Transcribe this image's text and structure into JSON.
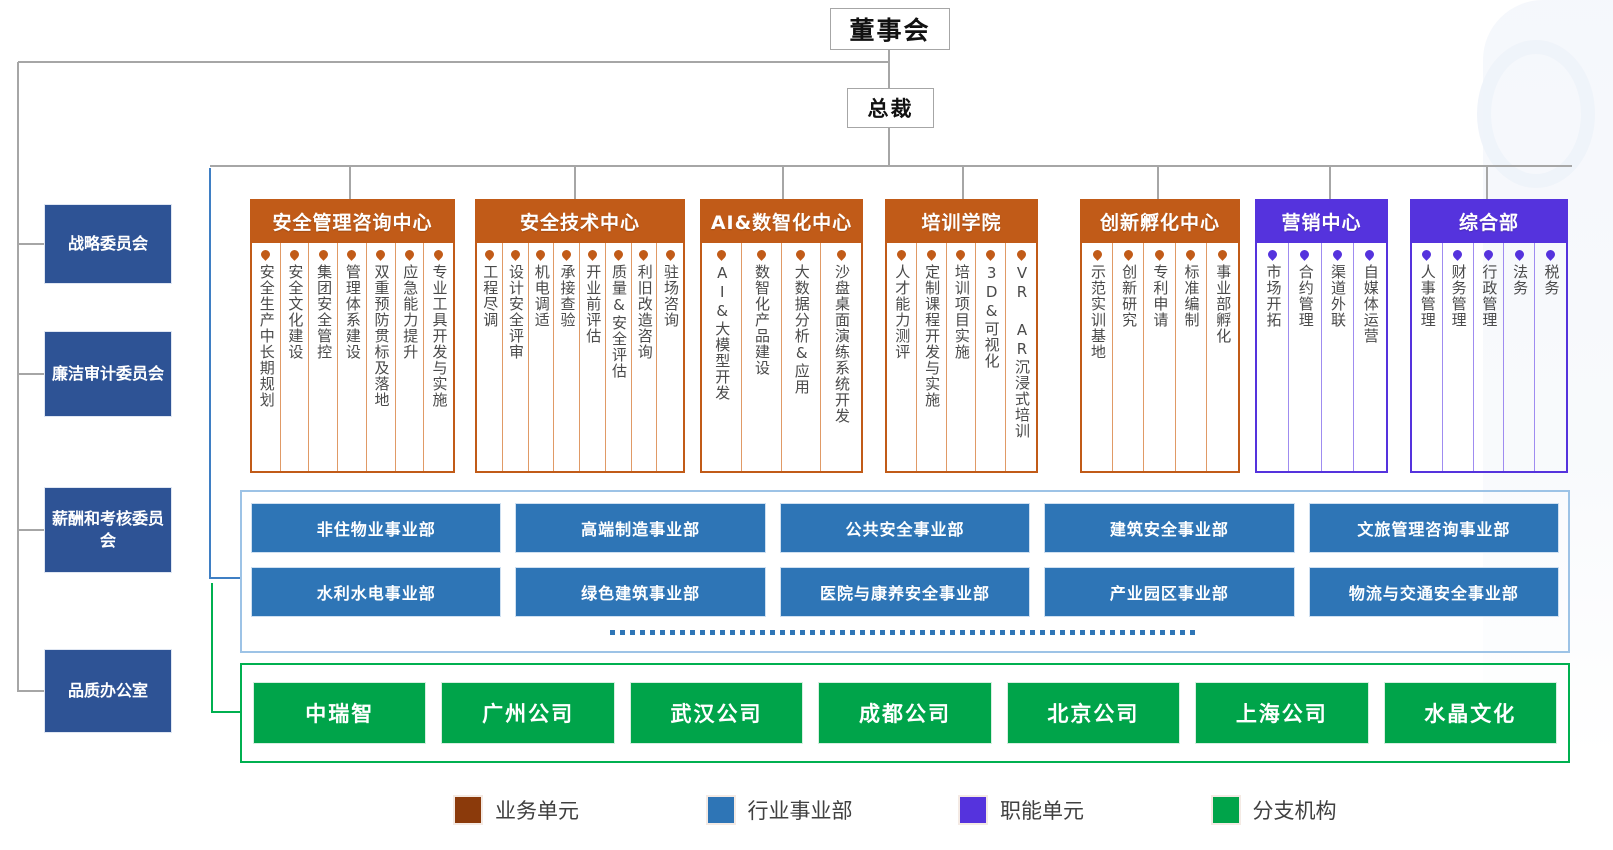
{
  "top": {
    "board": "董事会",
    "president": "总裁"
  },
  "committees": [
    {
      "label": "战略委员会"
    },
    {
      "label": "廉洁审计委员会"
    },
    {
      "label": "薪酬和考核委员会"
    },
    {
      "label": "品质办公室"
    }
  ],
  "units": [
    {
      "title": "安全管理咨询中心",
      "color": "#c15b18",
      "type": "business",
      "items": [
        "安全生产中长期规划",
        "安全文化建设",
        "集团安全管控",
        "管理体系建设",
        "双重预防贯标及落地",
        "应急能力提升",
        "专业工具开发与实施"
      ]
    },
    {
      "title": "安全技术中心",
      "color": "#c15b18",
      "type": "business",
      "items": [
        "工程尽调",
        "设计安全评审",
        "机电调适",
        "承接查验",
        "开业前评估",
        "质量&安全评估",
        "利旧改造咨询",
        "驻场咨询"
      ]
    },
    {
      "title": "AI&数智化中心",
      "color": "#c15b18",
      "type": "business",
      "items": [
        "AI&大模型开发",
        "数智化产品建设",
        "大数据分析&应用",
        "沙盘桌面演练系统开发"
      ]
    },
    {
      "title": "培训学院",
      "color": "#c15b18",
      "type": "business",
      "items": [
        "人才能力测评",
        "定制课程开发与实施",
        "培训项目实施",
        "3D&可视化",
        "VR AR沉浸式培训"
      ]
    },
    {
      "title": "创新孵化中心",
      "color": "#c15b18",
      "type": "business",
      "items": [
        "示范实训基地",
        "创新研究",
        "专利申请",
        "标准编制",
        "事业部孵化"
      ]
    },
    {
      "title": "营销中心",
      "color": "#5533dd",
      "type": "function",
      "items": [
        "市场开拓",
        "合约管理",
        "渠道外联",
        "自媒体运营"
      ]
    },
    {
      "title": "综合部",
      "color": "#5533dd",
      "type": "function",
      "items": [
        "人事管理",
        "财务管理",
        "行政管理",
        "法务",
        "税务"
      ]
    }
  ],
  "divisions": {
    "row1": [
      "非住物业事业部",
      "高端制造事业部",
      "公共安全事业部",
      "建筑安全事业部",
      "文旅管理咨询事业部"
    ],
    "row2": [
      "水利水电事业部",
      "绿色建筑事业部",
      "医院与康养安全事业部",
      "产业园区事业部",
      "物流与交通安全事业部"
    ]
  },
  "branches": [
    "中瑞智",
    "广州公司",
    "武汉公司",
    "成都公司",
    "北京公司",
    "上海公司",
    "水晶文化"
  ],
  "legend": [
    {
      "label": "业务单元",
      "color": "#8b3a0b"
    },
    {
      "label": "行业事业部",
      "color": "#2e75b6"
    },
    {
      "label": "职能单元",
      "color": "#5533dd"
    },
    {
      "label": "分支机构",
      "color": "#00a44a"
    }
  ]
}
